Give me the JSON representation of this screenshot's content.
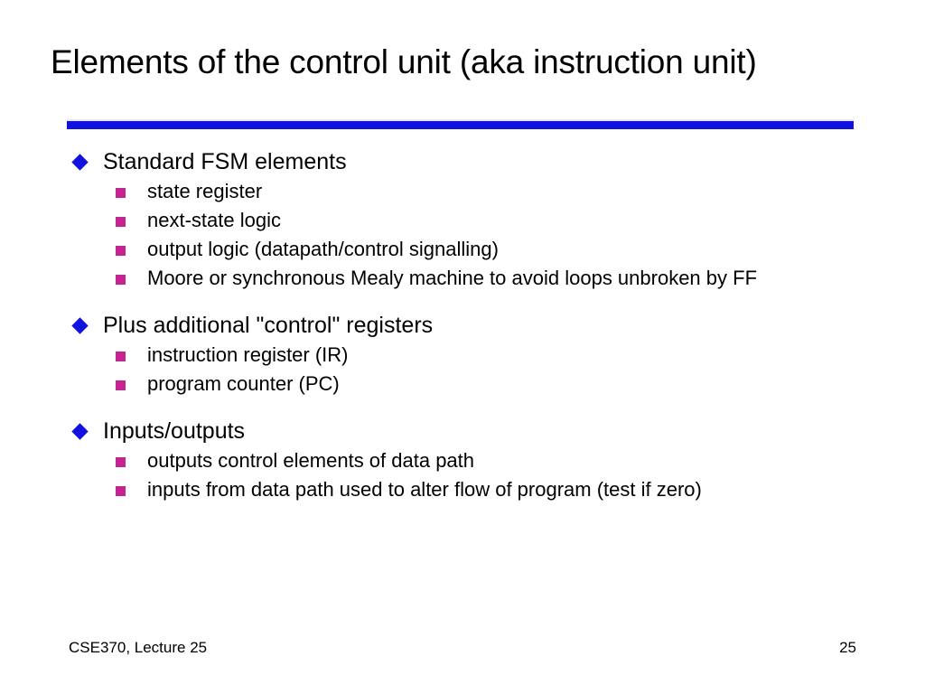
{
  "slide": {
    "title": "Elements of the control unit (aka instruction unit)",
    "rule_color": "#1111e0",
    "background_color": "#ffffff",
    "text_color": "#000000",
    "level1_bullet_color": "#1111e0",
    "level2_bullet_color": "#c32490",
    "level1_bullet_icon": "diamond-bullet-icon",
    "level2_bullet_icon": "square-bullet-icon"
  },
  "content": {
    "groups": [
      {
        "heading": "Standard FSM elements",
        "items": [
          "state register",
          "next-state logic",
          "output logic (datapath/control signalling)",
          "Moore or synchronous Mealy machine to avoid loops unbroken by FF"
        ]
      },
      {
        "heading": "Plus additional \"control\" registers",
        "items": [
          "instruction register (IR)",
          "program counter (PC)"
        ]
      },
      {
        "heading": "Inputs/outputs",
        "items": [
          "outputs control elements of data path",
          "inputs from data path used to alter flow of program (test if zero)"
        ]
      }
    ]
  },
  "footer": {
    "course_label": "CSE370, Lecture 25",
    "page_number": "25"
  }
}
